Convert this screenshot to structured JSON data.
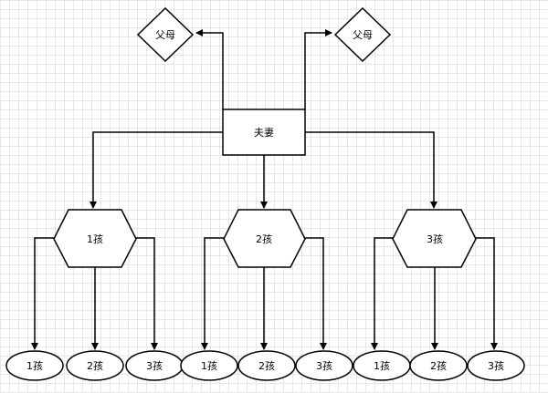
{
  "diagram": {
    "parents": [
      "父母",
      "父母"
    ],
    "couple": "夫妻",
    "children": [
      "1孩",
      "2孩",
      "3孩"
    ],
    "grandchildren": [
      [
        "1孩",
        "2孩",
        "3孩"
      ],
      [
        "1孩",
        "2孩",
        "3孩"
      ],
      [
        "1孩",
        "2孩",
        "3孩"
      ]
    ]
  }
}
